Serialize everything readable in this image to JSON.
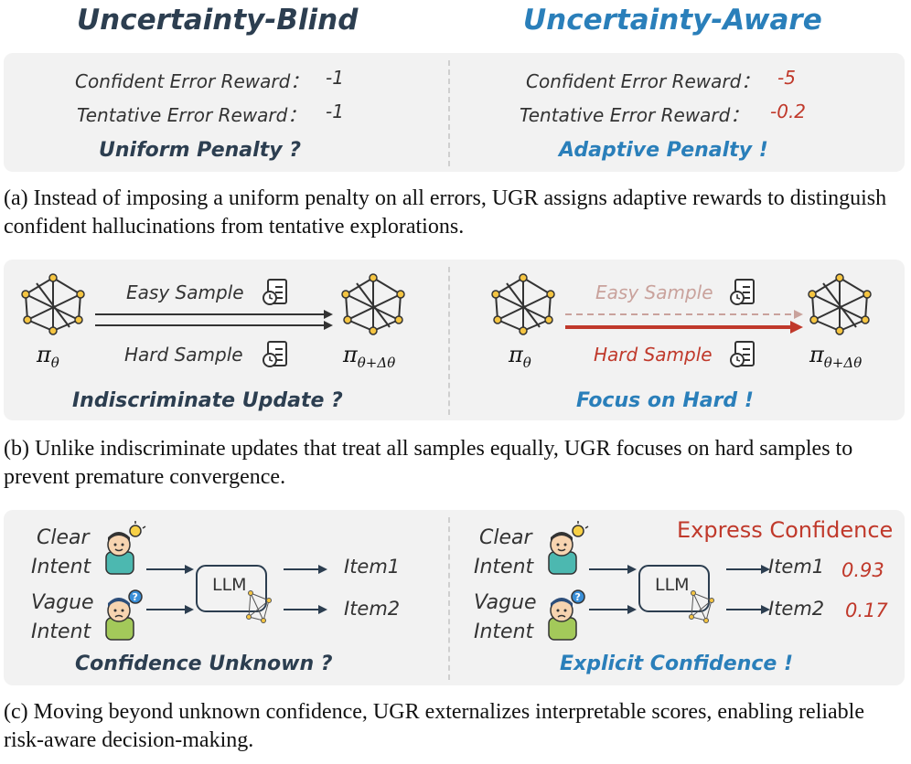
{
  "left_title": "Uncertainty-Blind",
  "right_title": "Uncertainty-Aware",
  "colors": {
    "dark_navy": "#2c3e50",
    "blue": "#2a7fba",
    "red": "#c0392b",
    "panel_bg": "#f2f2f2"
  },
  "panel_a": {
    "left": {
      "confident_label": "Confident Error Reward：",
      "confident_value": "-1",
      "tentative_label": "Tentative Error Reward：",
      "tentative_value": "-1",
      "tag": "Uniform Penalty ?"
    },
    "right": {
      "confident_label": "Confident Error Reward：",
      "confident_value": "-5",
      "tentative_label": "Tentative Error Reward：",
      "tentative_value": "-0.2",
      "tag": "Adaptive Penalty !"
    },
    "caption": "(a) Instead of imposing a uniform penalty on all errors, UGR assigns adaptive rewards to distinguish confident hallucinations from tentative explorations."
  },
  "panel_b": {
    "left": {
      "easy_label": "Easy Sample",
      "hard_label": "Hard Sample",
      "pi_from": "π",
      "pi_from_sub": "θ",
      "pi_to": "π",
      "pi_to_sub": "θ+Δθ",
      "tag": "Indiscriminate Update ?"
    },
    "right": {
      "easy_label": "Easy Sample",
      "hard_label": "Hard Sample",
      "pi_from": "π",
      "pi_from_sub": "θ",
      "pi_to": "π",
      "pi_to_sub": "θ+Δθ",
      "tag": "Focus on Hard !"
    },
    "caption": "(b) Unlike indiscriminate updates that treat all samples equally, UGR focuses on hard samples to prevent premature convergence."
  },
  "panel_c": {
    "left": {
      "clear_1": "Clear",
      "clear_2": "Intent",
      "vague_1": "Vague",
      "vague_2": "Intent",
      "llm": "LLM",
      "item1": "Item1",
      "item2": "Item2",
      "tag": "Confidence Unknown ?"
    },
    "right": {
      "header": "Express Confidence",
      "clear_1": "Clear",
      "clear_2": "Intent",
      "vague_1": "Vague",
      "vague_2": "Intent",
      "llm": "LLM",
      "item1": "Item1",
      "item2": "Item2",
      "score1": "0.93",
      "score2": "0.17",
      "tag": "Explicit Confidence !"
    },
    "caption": "(c) Moving beyond unknown confidence, UGR externalizes interpretable scores, enabling reliable risk-aware decision-making."
  }
}
